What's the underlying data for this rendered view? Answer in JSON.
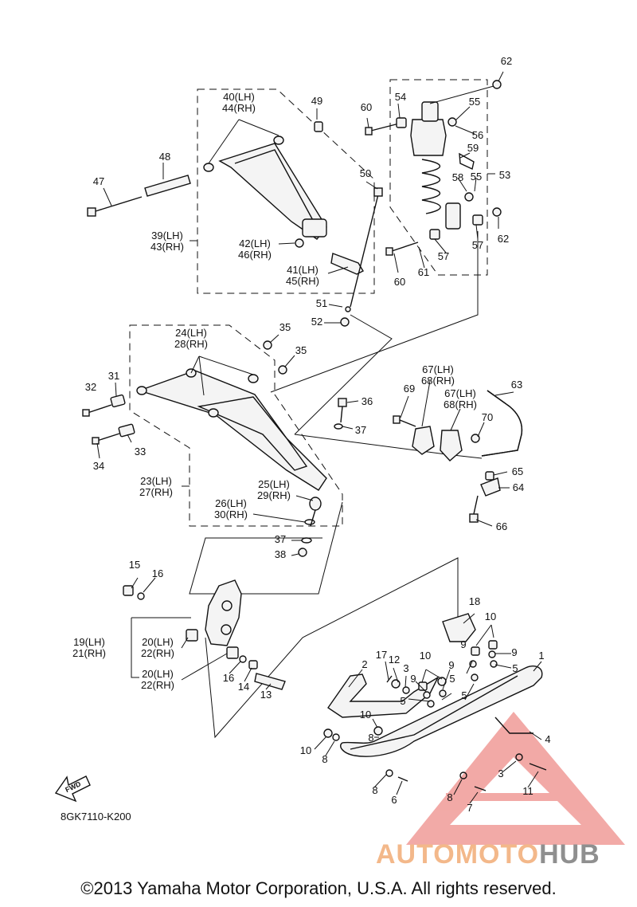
{
  "diagram": {
    "code": "8GK7110-K200",
    "fwd_label": "FWD",
    "copyright": "©2013 Yamaha Motor Corporation, U.S.A. All rights reserved.",
    "watermark": {
      "part_a": "AUTOMOTO",
      "part_b": "HUB",
      "color_a": "#f3b88a",
      "color_b": "#8f8f8f",
      "triangle_color": "#e8645f"
    }
  },
  "callouts": [
    {
      "id": "c1",
      "lines": [
        "1"
      ]
    },
    {
      "id": "c2",
      "lines": [
        "2"
      ]
    },
    {
      "id": "c3a",
      "lines": [
        "3"
      ]
    },
    {
      "id": "c3b",
      "lines": [
        "3"
      ]
    },
    {
      "id": "c4",
      "lines": [
        "4"
      ]
    },
    {
      "id": "c5a",
      "lines": [
        "5"
      ]
    },
    {
      "id": "c5b",
      "lines": [
        "5"
      ]
    },
    {
      "id": "c5c",
      "lines": [
        "5"
      ]
    },
    {
      "id": "c5d",
      "lines": [
        "5"
      ]
    },
    {
      "id": "c6",
      "lines": [
        "6"
      ]
    },
    {
      "id": "c7",
      "lines": [
        "7"
      ]
    },
    {
      "id": "c8a",
      "lines": [
        "8"
      ]
    },
    {
      "id": "c8b",
      "lines": [
        "8"
      ]
    },
    {
      "id": "c8c",
      "lines": [
        "8"
      ]
    },
    {
      "id": "c8d",
      "lines": [
        "8"
      ]
    },
    {
      "id": "c9a",
      "lines": [
        "9"
      ]
    },
    {
      "id": "c9b",
      "lines": [
        "9"
      ]
    },
    {
      "id": "c9c",
      "lines": [
        "9"
      ]
    },
    {
      "id": "c9d",
      "lines": [
        "9"
      ]
    },
    {
      "id": "c10a",
      "lines": [
        "10"
      ]
    },
    {
      "id": "c10b",
      "lines": [
        "10"
      ]
    },
    {
      "id": "c10c",
      "lines": [
        "10"
      ]
    },
    {
      "id": "c10d",
      "lines": [
        "10"
      ]
    },
    {
      "id": "c11",
      "lines": [
        "11"
      ]
    },
    {
      "id": "c12",
      "lines": [
        "12"
      ]
    },
    {
      "id": "c13",
      "lines": [
        "13"
      ]
    },
    {
      "id": "c14",
      "lines": [
        "14"
      ]
    },
    {
      "id": "c15",
      "lines": [
        "15"
      ]
    },
    {
      "id": "c16a",
      "lines": [
        "16"
      ]
    },
    {
      "id": "c16b",
      "lines": [
        "16"
      ]
    },
    {
      "id": "c17",
      "lines": [
        "17"
      ]
    },
    {
      "id": "c18",
      "lines": [
        "18"
      ]
    },
    {
      "id": "c19",
      "lines": [
        "19(LH)",
        "21(RH)"
      ]
    },
    {
      "id": "c20a",
      "lines": [
        "20(LH)",
        "22(RH)"
      ]
    },
    {
      "id": "c20b",
      "lines": [
        "20(LH)",
        "22(RH)"
      ]
    },
    {
      "id": "c23",
      "lines": [
        "23(LH)",
        "27(RH)"
      ]
    },
    {
      "id": "c24",
      "lines": [
        "24(LH)",
        "28(RH)"
      ]
    },
    {
      "id": "c25",
      "lines": [
        "25(LH)",
        "29(RH)"
      ]
    },
    {
      "id": "c26",
      "lines": [
        "26(LH)",
        "30(RH)"
      ]
    },
    {
      "id": "c31",
      "lines": [
        "31"
      ]
    },
    {
      "id": "c32",
      "lines": [
        "32"
      ]
    },
    {
      "id": "c33",
      "lines": [
        "33"
      ]
    },
    {
      "id": "c34",
      "lines": [
        "34"
      ]
    },
    {
      "id": "c35a",
      "lines": [
        "35"
      ]
    },
    {
      "id": "c35b",
      "lines": [
        "35"
      ]
    },
    {
      "id": "c36",
      "lines": [
        "36"
      ]
    },
    {
      "id": "c37a",
      "lines": [
        "37"
      ]
    },
    {
      "id": "c37b",
      "lines": [
        "37"
      ]
    },
    {
      "id": "c38",
      "lines": [
        "38"
      ]
    },
    {
      "id": "c39",
      "lines": [
        "39(LH)",
        "43(RH)"
      ]
    },
    {
      "id": "c40",
      "lines": [
        "40(LH)",
        "44(RH)"
      ]
    },
    {
      "id": "c41",
      "lines": [
        "41(LH)",
        "45(RH)"
      ]
    },
    {
      "id": "c42",
      "lines": [
        "42(LH)",
        "46(RH)"
      ]
    },
    {
      "id": "c47",
      "lines": [
        "47"
      ]
    },
    {
      "id": "c48",
      "lines": [
        "48"
      ]
    },
    {
      "id": "c49",
      "lines": [
        "49"
      ]
    },
    {
      "id": "c50",
      "lines": [
        "50"
      ]
    },
    {
      "id": "c51",
      "lines": [
        "51"
      ]
    },
    {
      "id": "c52",
      "lines": [
        "52"
      ]
    },
    {
      "id": "c53",
      "lines": [
        "53"
      ]
    },
    {
      "id": "c54",
      "lines": [
        "54"
      ]
    },
    {
      "id": "c55a",
      "lines": [
        "55"
      ]
    },
    {
      "id": "c55b",
      "lines": [
        "55"
      ]
    },
    {
      "id": "c56",
      "lines": [
        "56"
      ]
    },
    {
      "id": "c57a",
      "lines": [
        "57"
      ]
    },
    {
      "id": "c57b",
      "lines": [
        "57"
      ]
    },
    {
      "id": "c58",
      "lines": [
        "58"
      ]
    },
    {
      "id": "c59",
      "lines": [
        "59"
      ]
    },
    {
      "id": "c60a",
      "lines": [
        "60"
      ]
    },
    {
      "id": "c60b",
      "lines": [
        "60"
      ]
    },
    {
      "id": "c61",
      "lines": [
        "61"
      ]
    },
    {
      "id": "c62a",
      "lines": [
        "62"
      ]
    },
    {
      "id": "c62b",
      "lines": [
        "62"
      ]
    },
    {
      "id": "c63",
      "lines": [
        "63"
      ]
    },
    {
      "id": "c64",
      "lines": [
        "64"
      ]
    },
    {
      "id": "c65",
      "lines": [
        "65"
      ]
    },
    {
      "id": "c66",
      "lines": [
        "66"
      ]
    },
    {
      "id": "c67a",
      "lines": [
        "67(LH)",
        "68(RH)"
      ]
    },
    {
      "id": "c67b",
      "lines": [
        "67(LH)",
        "68(RH)"
      ]
    },
    {
      "id": "c69",
      "lines": [
        "69"
      ]
    },
    {
      "id": "c70",
      "lines": [
        "70"
      ]
    }
  ]
}
